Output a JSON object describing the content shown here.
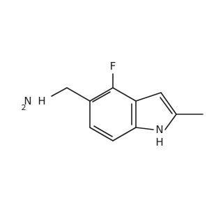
{
  "molecule": {
    "atoms": {
      "fluorine": "F",
      "amine_n": "N",
      "amine_h2": "H",
      "amine_sub": "2",
      "indole_n": "N",
      "indole_h": "H"
    }
  }
}
